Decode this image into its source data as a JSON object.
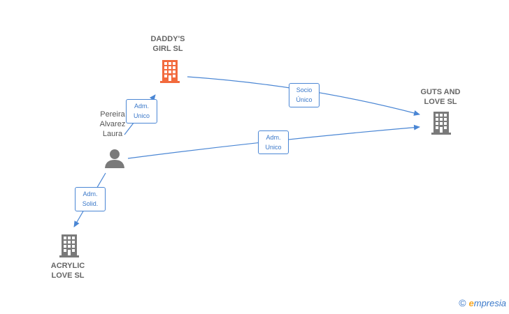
{
  "nodes": {
    "daddys_girl": {
      "label": "DADDY'S\nGIRL  SL",
      "color": "#f26a3d"
    },
    "guts_and_love": {
      "label": "GUTS AND\nLOVE  SL",
      "color": "#7a7a7a"
    },
    "acrylic_love": {
      "label": "ACRYLIC\nLOVE  SL",
      "color": "#7a7a7a"
    },
    "person": {
      "label": "Pereira\nAlvarez\nLaura",
      "color": "#7a7a7a"
    }
  },
  "edges": {
    "person_to_daddys": "Adm.\nUnico",
    "daddys_to_guts": "Socio\nÚnico",
    "person_to_guts": "Adm.\nUnico",
    "person_to_acrylic": "Adm.\nSolid."
  },
  "colors": {
    "edge": "#4a86d4"
  },
  "watermark": {
    "copyright": "©",
    "brand_initial": "e",
    "brand_rest": "mpresia"
  }
}
